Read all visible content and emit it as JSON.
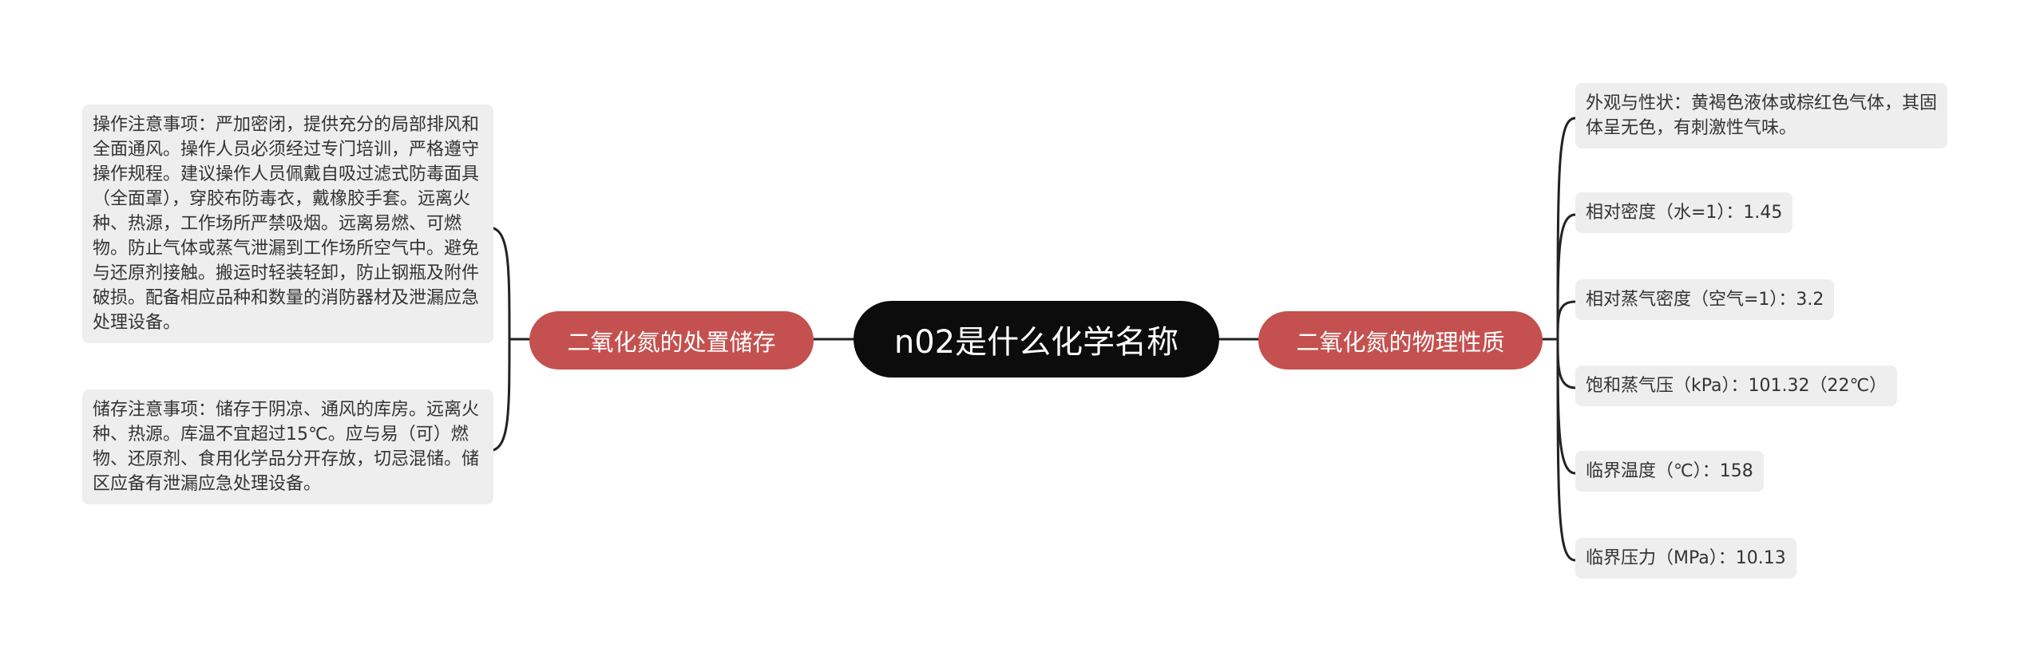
{
  "root": {
    "label": "n02是什么化学名称"
  },
  "colors": {
    "root_fill": "#0c0c0c",
    "topic_fill": "#c4514f",
    "leaf_fill": "#eeeeee",
    "connector": "#222222"
  },
  "left_branch": {
    "label": "二氧化氮的处置储存",
    "leaves": [
      {
        "text": "操作注意事项：严加密闭，提供充分的局部排风和全面通风。操作人员必须经过专门培训，严格遵守操作规程。建议操作人员佩戴自吸过滤式防毒面具（全面罩），穿胶布防毒衣，戴橡胶手套。远离火种、热源，工作场所严禁吸烟。远离易燃、可燃物。防止气体或蒸气泄漏到工作场所空气中。避免与还原剂接触。搬运时轻装轻卸，防止钢瓶及附件破损。配备相应品种和数量的消防器材及泄漏应急处理设备。"
      },
      {
        "text": "储存注意事项：储存于阴凉、通风的库房。远离火种、热源。库温不宜超过15℃。应与易（可）燃物、还原剂、食用化学品分开存放，切忌混储。储区应备有泄漏应急处理设备。"
      }
    ]
  },
  "right_branch": {
    "label": "二氧化氮的物理性质",
    "leaves": [
      {
        "lines": [
          "外观与性状：黄褐色液体或棕红色气体，其固",
          "体呈无色，有刺激性气味。"
        ]
      },
      {
        "lines": [
          "相对密度（水=1）：1.45"
        ]
      },
      {
        "lines": [
          "相对蒸气密度（空气=1）：3.2"
        ]
      },
      {
        "lines": [
          "饱和蒸气压（kPa）：101.32（22℃）"
        ]
      },
      {
        "lines": [
          "临界温度（℃）：158"
        ]
      },
      {
        "lines": [
          "临界压力（MPa）：10.13"
        ]
      }
    ]
  }
}
